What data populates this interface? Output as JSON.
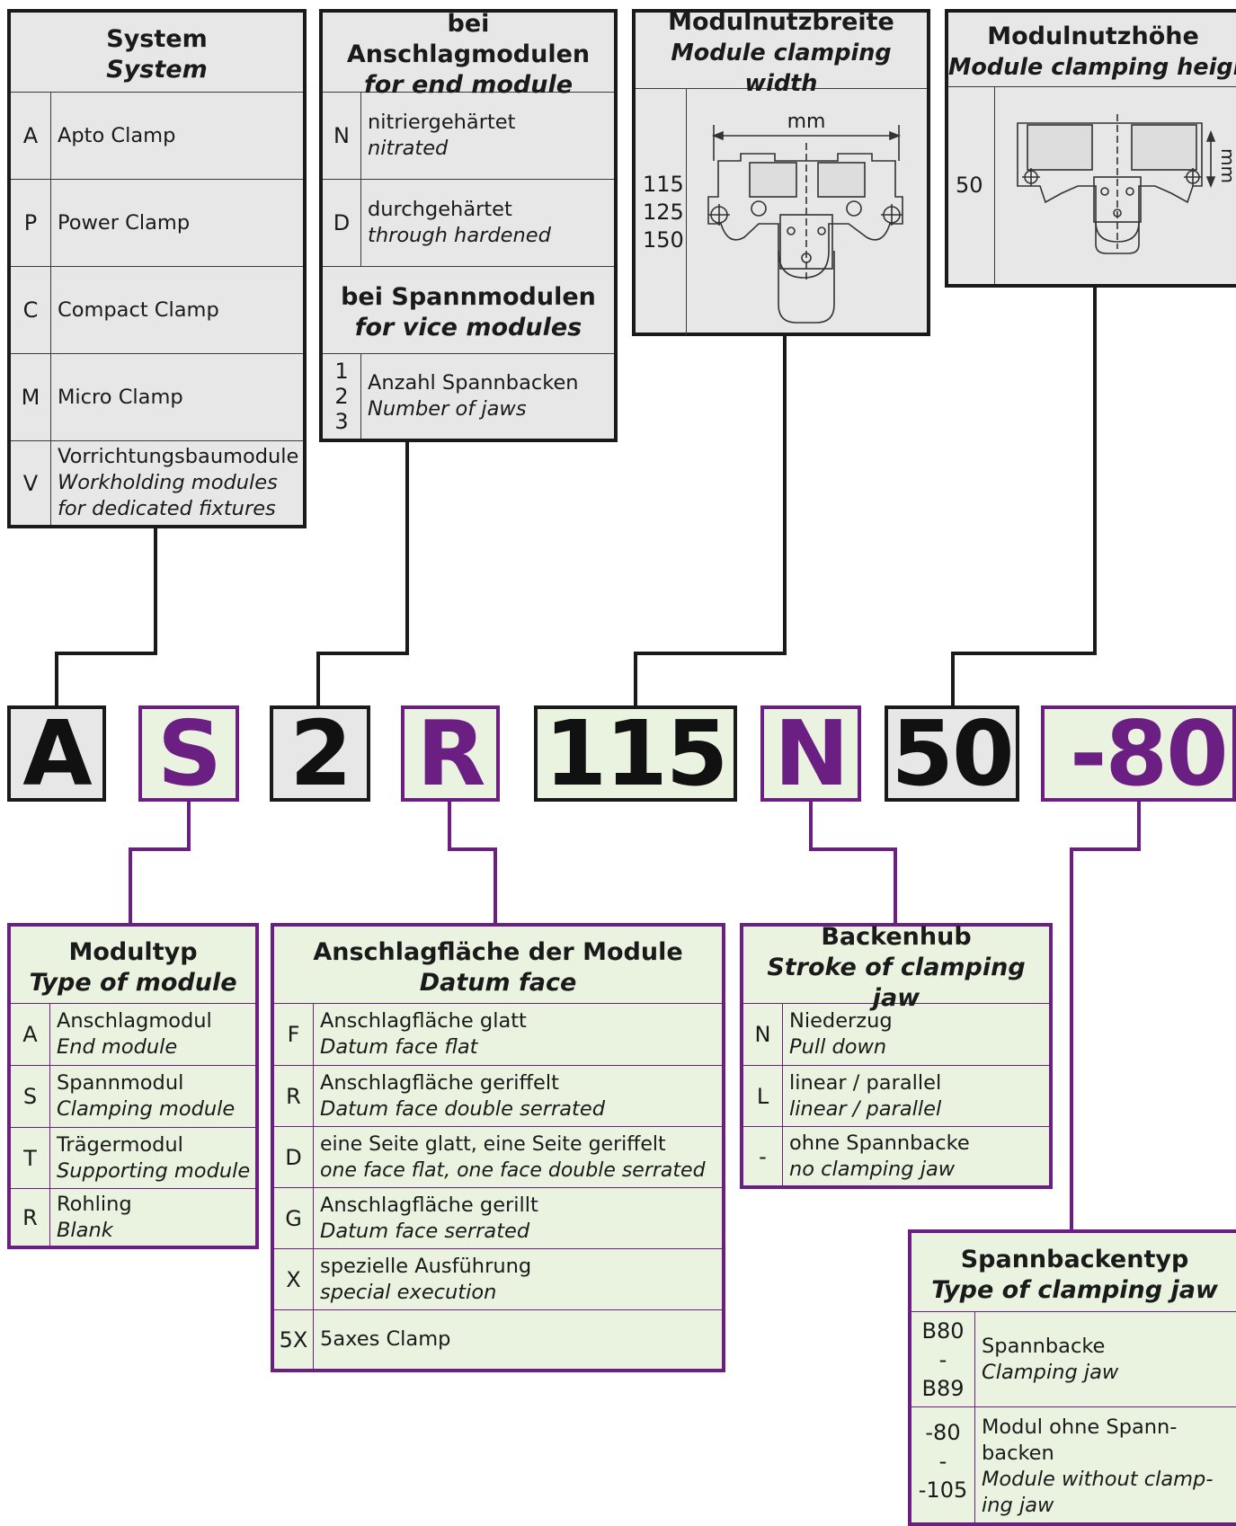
{
  "colors": {
    "accent": "#6b1f82",
    "dark": "#1a1a1a",
    "grey_fill": "#e7e7e7",
    "green_fill": "#eaf3df"
  },
  "code": {
    "system": "A",
    "module_type": "S",
    "jaws": "2",
    "datum": "R",
    "width": "115",
    "stroke": "N",
    "height": "50",
    "jaw_type": "-80"
  },
  "system": {
    "title_de": "System",
    "title_en": "System",
    "rows": [
      {
        "code": "A",
        "de": "Apto Clamp"
      },
      {
        "code": "P",
        "de": "Power Clamp"
      },
      {
        "code": "C",
        "de": "Compact Clamp"
      },
      {
        "code": "M",
        "de": "Micro Clamp"
      },
      {
        "code": "V",
        "de": "Vorrichtungsbaumodule",
        "en1": "Workholding modules",
        "en2": "for dedicated fixtures"
      }
    ]
  },
  "end_module": {
    "title_de": "bei Anschlagmodulen",
    "title_en": "for end module",
    "rows": [
      {
        "code": "N",
        "de": "nitriergehärtet",
        "en": "nitrated"
      },
      {
        "code": "D",
        "de": "durchgehärtet",
        "en": "through hardened"
      }
    ],
    "sub_title_de": "bei Spannmodulen",
    "sub_title_en": "for vice modules",
    "jaw_codes": [
      "1",
      "2",
      "3"
    ],
    "jaw_de": "Anzahl Spannbacken",
    "jaw_en": "Number of jaws"
  },
  "width": {
    "title_de": "Modulnutzbreite",
    "title_en": "Module clamping width",
    "values": [
      "115",
      "125",
      "150"
    ],
    "unit": "mm"
  },
  "height": {
    "title_de": "Modulnutzhöhe",
    "title_en": "Module clamping height",
    "values": [
      "50"
    ],
    "unit": "mm"
  },
  "module_type": {
    "title_de": "Modultyp",
    "title_en": "Type of module",
    "rows": [
      {
        "code": "A",
        "de": "Anschlagmodul",
        "en": "End module"
      },
      {
        "code": "S",
        "de": "Spannmodul",
        "en": "Clamping module"
      },
      {
        "code": "T",
        "de": "Trägermodul",
        "en": "Supporting module"
      },
      {
        "code": "R",
        "de": "Rohling",
        "en": "Blank"
      }
    ]
  },
  "datum": {
    "title_de": "Anschlagfläche der Module",
    "title_en": "Datum face",
    "rows": [
      {
        "code": "F",
        "de": "Anschlagfläche glatt",
        "en": "Datum face flat"
      },
      {
        "code": "R",
        "de": "Anschlagfläche geriffelt",
        "en": "Datum face double serrated"
      },
      {
        "code": "D",
        "de": "eine Seite glatt, eine Seite geriffelt",
        "en": "one face flat, one face double serrated"
      },
      {
        "code": "G",
        "de": "Anschlagfläche gerillt",
        "en": "Datum face serrated"
      },
      {
        "code": "X",
        "de": "spezielle Ausführung",
        "en": "special execution"
      },
      {
        "code": "5X",
        "de": "5axes Clamp"
      }
    ]
  },
  "stroke": {
    "title_de": "Backenhub",
    "title_en": "Stroke of clamping jaw",
    "rows": [
      {
        "code": "N",
        "de": "Niederzug",
        "en": "Pull down"
      },
      {
        "code": "L",
        "de": "linear / parallel",
        "en": "linear / parallel"
      },
      {
        "code": "-",
        "de": "ohne Spannbacke",
        "en": "no clamping jaw"
      }
    ]
  },
  "jaw_type": {
    "title_de": "Spannbackentyp",
    "title_en": "Type of clamping jaw",
    "rows": [
      {
        "code1": "B80",
        "code2": "-",
        "code3": "B89",
        "de": "Spannbacke",
        "en": "Clamping jaw"
      },
      {
        "code1": "-80",
        "code2": "-",
        "code3": "-105",
        "de1": "Modul ohne Spann-",
        "de2": "backen",
        "en1": "Module without clamp-",
        "en2": "ing jaw"
      }
    ]
  }
}
